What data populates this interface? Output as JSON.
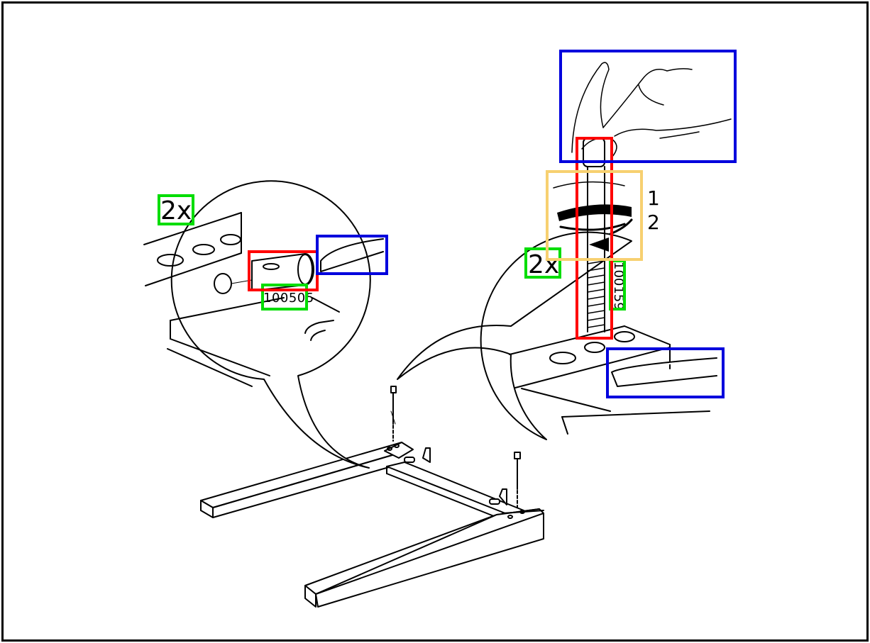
{
  "labels": {
    "quantity_left": "2x",
    "quantity_right": "2x",
    "part_left": "100505",
    "part_right": "100159",
    "step_one": "1",
    "step_two": "2"
  },
  "colors": {
    "line": "#000000",
    "annotation_red": "#ff0000",
    "annotation_blue": "#0000dd",
    "annotation_green": "#00dd00",
    "annotation_yellow": "#f7d070"
  }
}
